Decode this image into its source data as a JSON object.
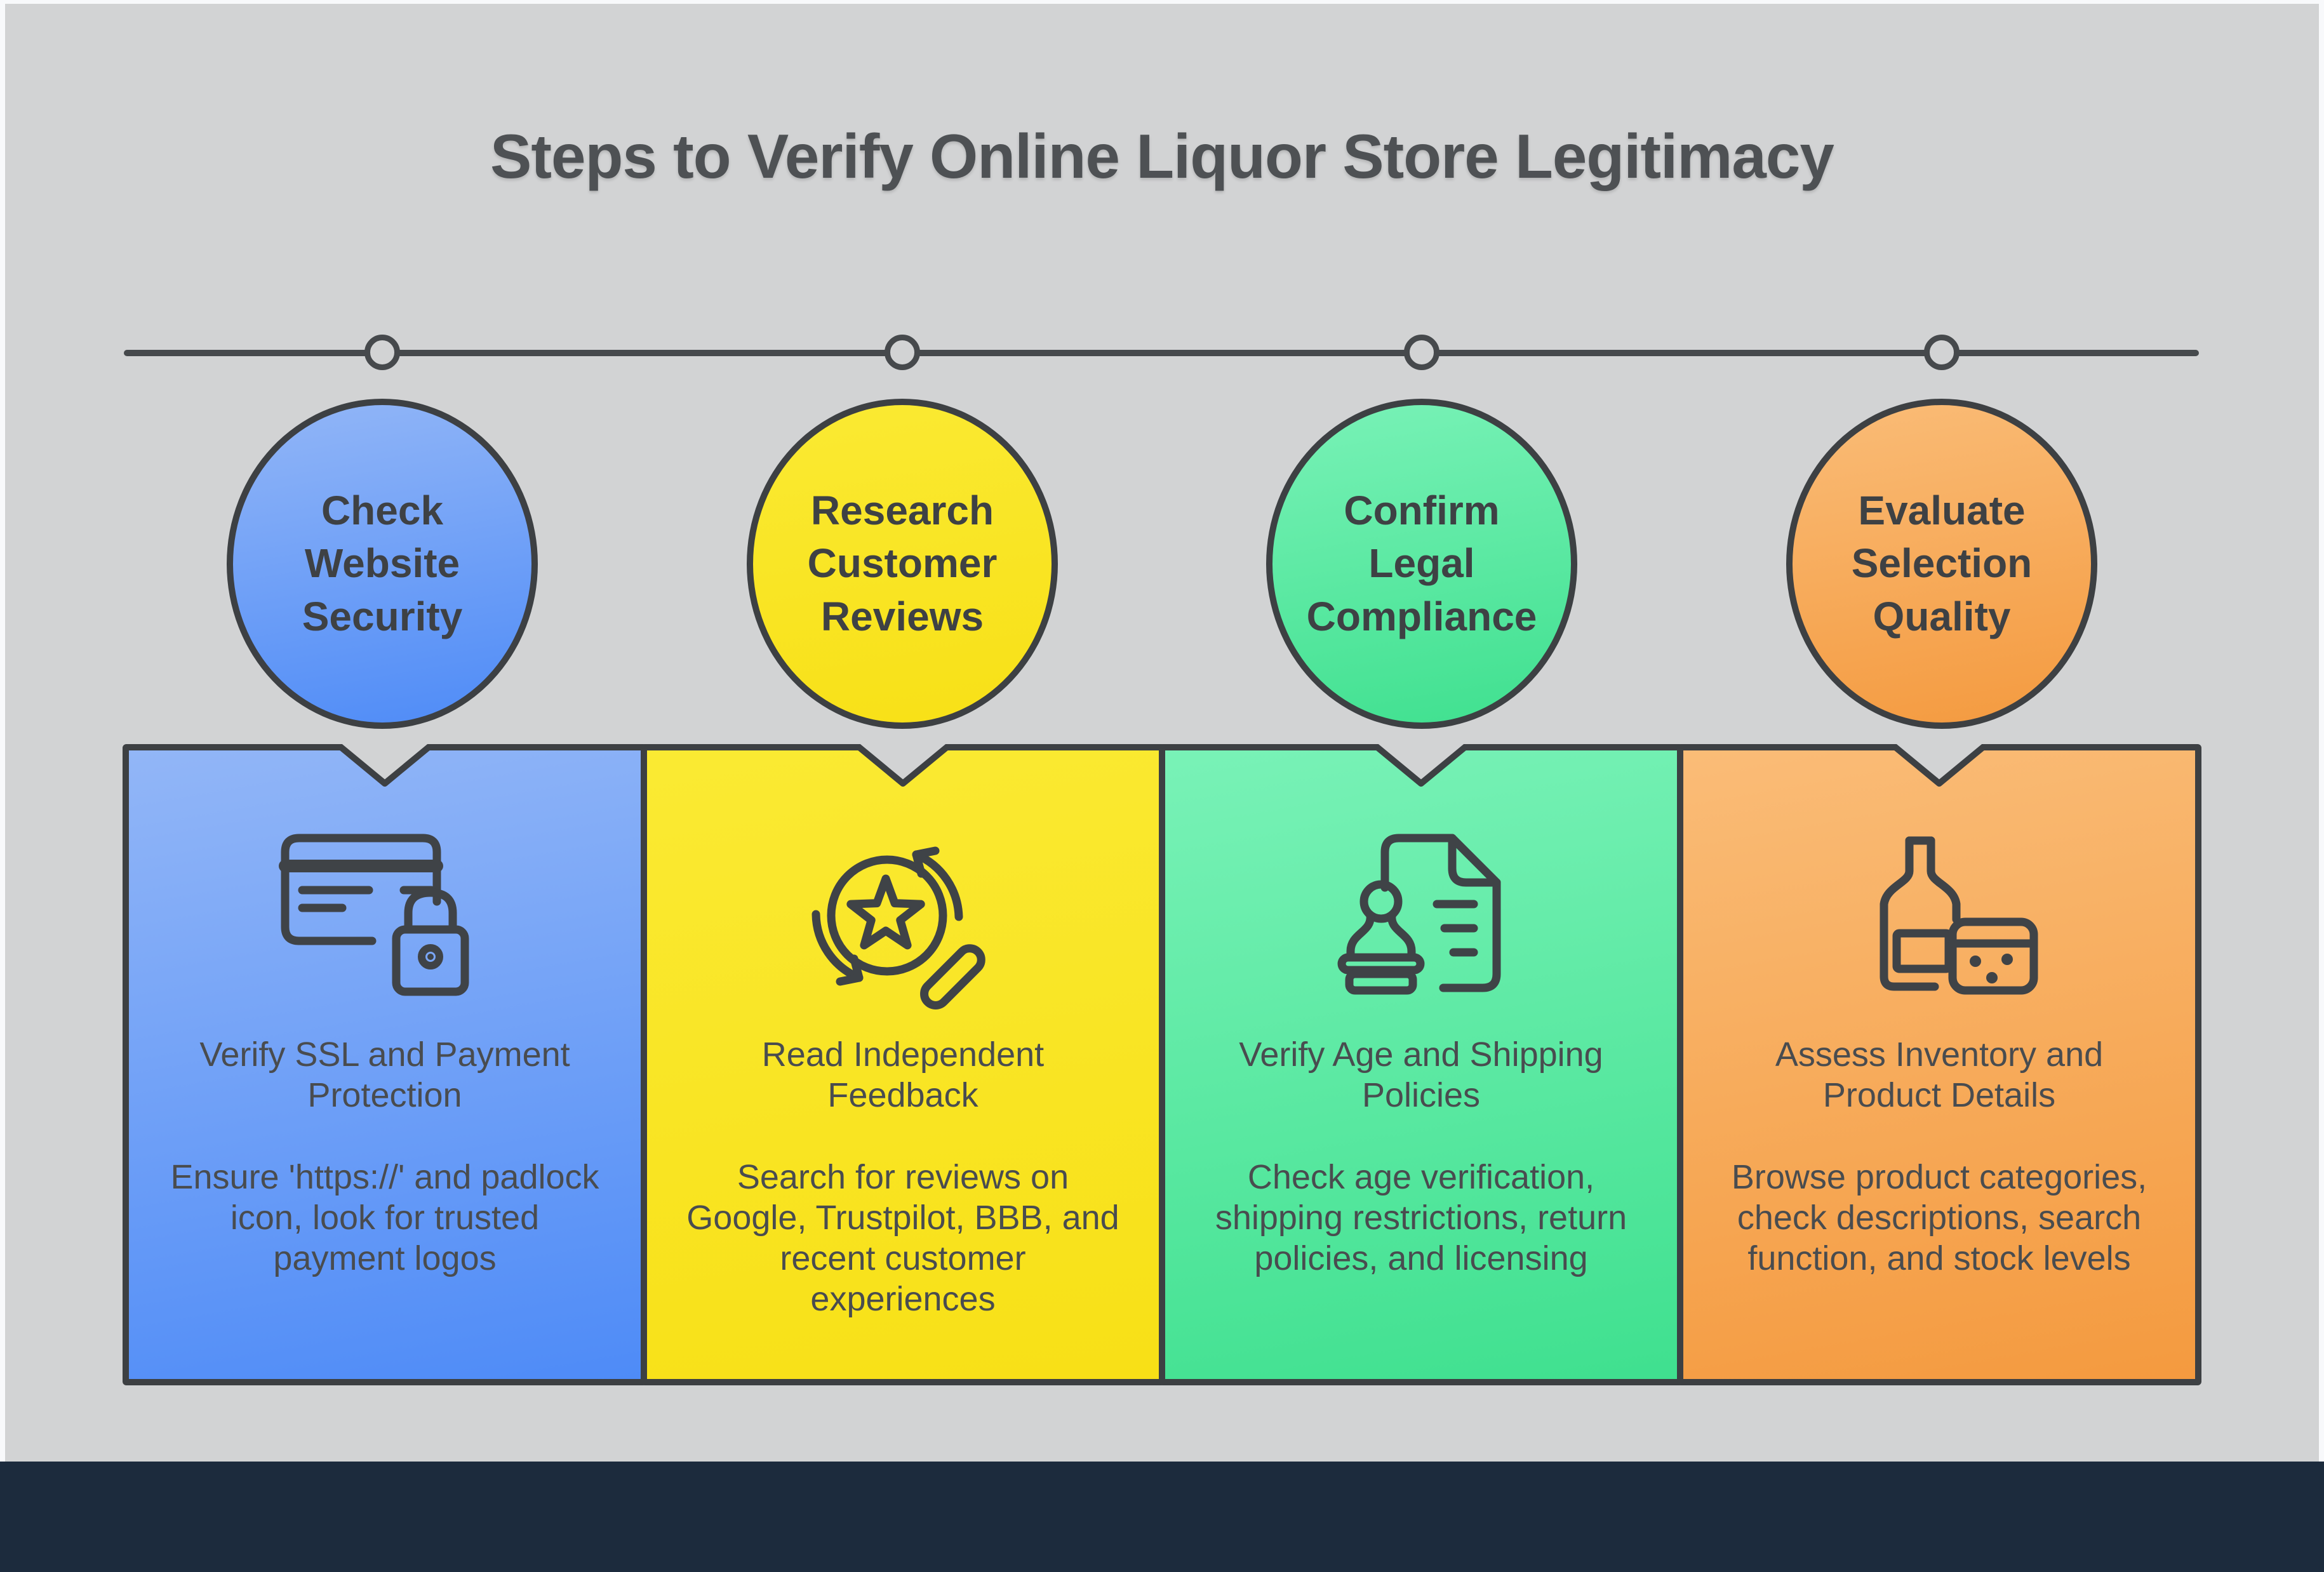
{
  "page": {
    "title": "Steps to Verify Online Liquor Store Legitimacy"
  },
  "colors": {
    "panel_background": "#d2d3d4",
    "outer_border": "#f8f9fb",
    "footer_bar": "#1c2b3d",
    "outline_dark": "#3d4043",
    "text_dark": "#494c4f",
    "step1_top": "#92b6f7",
    "step1_bottom": "#4e8bf7",
    "step2_top": "#faea33",
    "step2_bottom": "#f8e016",
    "step3_top": "#79f2b7",
    "step3_bottom": "#3fe08f",
    "step4_top": "#fabc77",
    "step4_bottom": "#f49a3f"
  },
  "steps": [
    {
      "circle_lines": [
        "Check",
        "Website",
        "Security"
      ],
      "icon": "credit-card-lock-icon",
      "card_title": "Verify SSL and Payment Protection",
      "card_body": "Ensure 'https://' and padlock icon, look for trusted payment logos"
    },
    {
      "circle_lines": [
        "Research",
        "Customer",
        "Reviews"
      ],
      "icon": "review-search-icon",
      "card_title": "Read Independent Feedback",
      "card_body": "Search for reviews on Google, Trustpilot, BBB, and recent customer experiences"
    },
    {
      "circle_lines": [
        "Confirm",
        "Legal",
        "Compliance"
      ],
      "icon": "stamp-document-icon",
      "card_title": "Verify Age and Shipping Policies",
      "card_body": "Check age verification, shipping restrictions, return policies, and licensing"
    },
    {
      "circle_lines": [
        "Evaluate",
        "Selection",
        "Quality"
      ],
      "icon": "bottle-glass-icon",
      "card_title": "Assess Inventory and Product Details",
      "card_body": "Browse product categories, check descriptions, search function, and stock levels"
    }
  ]
}
